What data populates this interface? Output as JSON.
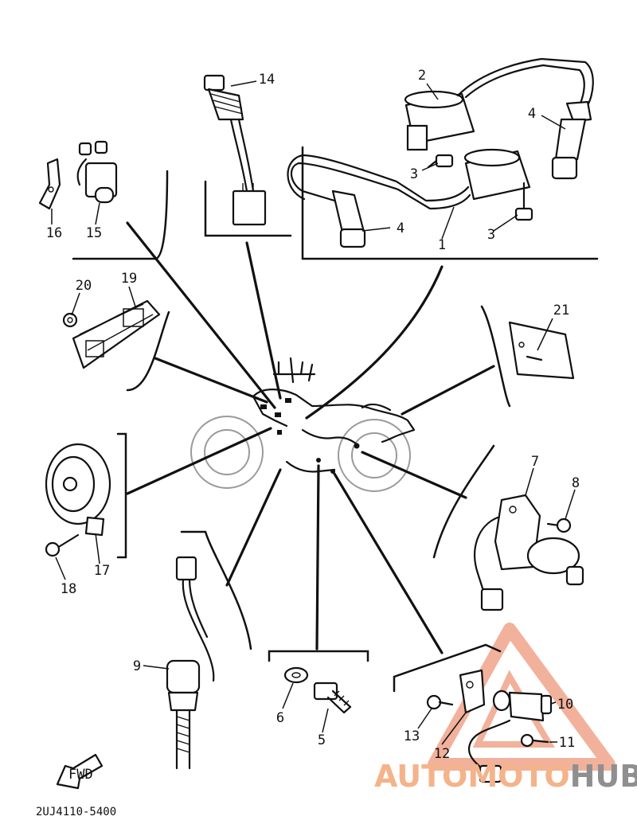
{
  "diagram": {
    "callouts": [
      {
        "id": "c1",
        "label": "1"
      },
      {
        "id": "c2",
        "label": "2"
      },
      {
        "id": "c3a",
        "label": "3"
      },
      {
        "id": "c3b",
        "label": "3"
      },
      {
        "id": "c4a",
        "label": "4"
      },
      {
        "id": "c4b",
        "label": "4"
      },
      {
        "id": "c5",
        "label": "5"
      },
      {
        "id": "c6",
        "label": "6"
      },
      {
        "id": "c7",
        "label": "7"
      },
      {
        "id": "c8",
        "label": "8"
      },
      {
        "id": "c9",
        "label": "9"
      },
      {
        "id": "c10",
        "label": "10"
      },
      {
        "id": "c11",
        "label": "11"
      },
      {
        "id": "c12",
        "label": "12"
      },
      {
        "id": "c13",
        "label": "13"
      },
      {
        "id": "c14",
        "label": "14"
      },
      {
        "id": "c15",
        "label": "15"
      },
      {
        "id": "c16",
        "label": "16"
      },
      {
        "id": "c17",
        "label": "17"
      },
      {
        "id": "c18",
        "label": "18"
      },
      {
        "id": "c19",
        "label": "19"
      },
      {
        "id": "c20",
        "label": "20"
      },
      {
        "id": "c21",
        "label": "21"
      }
    ],
    "fwd_label": "FWD",
    "part_code": "2UJ4110-5400"
  },
  "watermark": {
    "text_accent": "AUTOMOTO",
    "text_rest": "HUB",
    "accent_color": "#e8734a",
    "rest_color": "#8f8f8f"
  }
}
